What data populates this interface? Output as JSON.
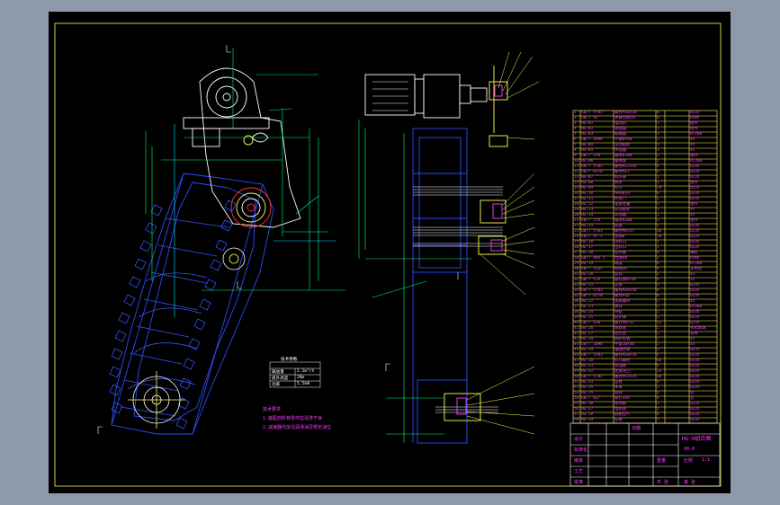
{
  "drawing": {
    "title_block": {
      "title": "HG-H组合图",
      "drawing_no": "00-0",
      "scale": "1:1",
      "cells": [
        "设计",
        "标准化",
        "审核",
        "工艺",
        "批准",
        "日期",
        "比例",
        "重量",
        "共 张",
        "第 张"
      ]
    },
    "params": {
      "title": "技术参数",
      "rows": [
        [
          "输送量",
          "2.1m³/h"
        ],
        [
          "提升高度",
          "28m"
        ],
        [
          "功率",
          "5.5kW"
        ]
      ]
    },
    "notes": [
      "技术要求",
      "1.装配前所有零件应清洗干净",
      "2.减速器内加注润滑油至规定油位"
    ],
    "bom": [
      [
        "1",
        "GB/T 5783",
        "螺栓M10×30",
        "8",
        "Q235"
      ],
      [
        "2",
        "GB/T 93",
        "弹簧垫圈10",
        "8",
        "65Mn"
      ],
      [
        "3",
        "HG-01",
        "电动机",
        "1",
        "组件"
      ],
      [
        "4",
        "HG-02",
        "减速器",
        "1",
        "组件"
      ],
      [
        "5",
        "HG-03",
        "联轴器",
        "1",
        "HT200"
      ],
      [
        "6",
        "GB/T 1096",
        "平键8×40",
        "2",
        "45"
      ],
      [
        "7",
        "HG-04",
        "主动链轮",
        "1",
        "45"
      ],
      [
        "8",
        "HG-05",
        "传动轴",
        "1",
        "45"
      ],
      [
        "9",
        "GB/T 276",
        "轴承6208",
        "2",
        "组件"
      ],
      [
        "10",
        "HG-06",
        "轴承座",
        "2",
        "HT200"
      ],
      [
        "11",
        "GB/T 5782",
        "螺栓M12×45",
        "4",
        "Q235"
      ],
      [
        "12",
        "GB/T 6170",
        "螺母M12",
        "4",
        "Q235"
      ],
      [
        "13",
        "HG-07",
        "机头罩",
        "1",
        "Q235"
      ],
      [
        "14",
        "HG-08",
        "链条",
        "1",
        "组件"
      ],
      [
        "15",
        "HG-09",
        "料斗",
        "24",
        "Q235"
      ],
      [
        "16",
        "HG-10",
        "中间机壳",
        "6",
        "Q235"
      ],
      [
        "17",
        "HG-11",
        "检修门",
        "1",
        "Q235"
      ],
      [
        "18",
        "HG-12",
        "张紧装置",
        "1",
        "组件"
      ],
      [
        "19",
        "HG-13",
        "从动链轮",
        "1",
        "45"
      ],
      [
        "20",
        "HG-14",
        "从动轴",
        "1",
        "45"
      ],
      [
        "21",
        "GB/T 276",
        "轴承6206",
        "2",
        "组件"
      ],
      [
        "22",
        "HG-15",
        "底座",
        "1",
        "Q235"
      ],
      [
        "23",
        "GB/T 5783",
        "螺栓M8×25",
        "16",
        "Q235"
      ],
      [
        "24",
        "GB/T 97.1",
        "垫圈8",
        "16",
        "Q235"
      ],
      [
        "25",
        "HG-16",
        "进料口",
        "1",
        "Q235"
      ],
      [
        "26",
        "HG-17",
        "出料口",
        "1",
        "Q235"
      ],
      [
        "27",
        "HG-18",
        "密封圈",
        "4",
        "橡胶"
      ],
      [
        "28",
        "GB/T 894.1",
        "挡圈40",
        "2",
        "65Mn"
      ],
      [
        "29",
        "HG-19",
        "端盖",
        "4",
        "HT200"
      ],
      [
        "30",
        "GB/T 1235",
        "毡圈35",
        "4",
        "羊毛毡"
      ],
      [
        "31",
        "HG-20",
        "套筒",
        "2",
        "45"
      ],
      [
        "32",
        "GB/T 119",
        "圆柱销8×30",
        "4",
        "35"
      ],
      [
        "33",
        "HG-21",
        "支架",
        "2",
        "Q235"
      ],
      [
        "34",
        "GB/T 5783",
        "螺栓M16×50",
        "8",
        "Q235"
      ],
      [
        "35",
        "GB/T 6170",
        "螺母M16",
        "8",
        "Q235"
      ],
      [
        "36",
        "HG-22",
        "张紧螺杆",
        "2",
        "45"
      ],
      [
        "37",
        "HG-23",
        "滑块",
        "2",
        "HT200"
      ],
      [
        "38",
        "HG-24",
        "导轨",
        "2",
        "Q235"
      ],
      [
        "39",
        "HG-25",
        "防护罩",
        "1",
        "Q235"
      ],
      [
        "40",
        "GB/T 818",
        "螺钉M6×12",
        "12",
        "Q235"
      ],
      [
        "41",
        "HG-26",
        "观察窗",
        "1",
        "有机玻璃"
      ],
      [
        "42",
        "HG-27",
        "密封垫",
        "2",
        "石棉"
      ],
      [
        "43",
        "HG-28",
        "链轮轮毂",
        "2",
        "45"
      ],
      [
        "44",
        "GB/T 1096",
        "平键10×50",
        "2",
        "45"
      ],
      [
        "45",
        "HG-29",
        "轴端挡板",
        "2",
        "Q235"
      ],
      [
        "46",
        "GB/T 5783",
        "螺栓M10×20",
        "4",
        "Q235"
      ],
      [
        "47",
        "HG-30",
        "料斗螺栓",
        "48",
        "Q235"
      ],
      [
        "48",
        "HG-31",
        "加强板",
        "6",
        "Q235"
      ],
      [
        "49",
        "HG-32",
        "连接法兰",
        "12",
        "Q235"
      ],
      [
        "50",
        "GB/T 5782",
        "螺栓M12×35",
        "48",
        "Q235"
      ],
      [
        "51",
        "HG-33",
        "压板",
        "4",
        "Q235"
      ],
      [
        "52",
        "HG-34",
        "吊耳",
        "2",
        "Q235"
      ],
      [
        "53",
        "HG-35",
        "标牌",
        "1",
        "铝"
      ],
      [
        "54",
        "GB/T 827",
        "铆钉3×6",
        "4",
        "铝"
      ],
      [
        "55",
        "HG-36",
        "接地板",
        "1",
        "Q235"
      ],
      [
        "56",
        "HG-37",
        "电机座",
        "1",
        "Q235"
      ],
      [
        "57",
        "HG-38",
        "调整垫片",
        "4",
        "Q235"
      ],
      [
        "58",
        "HG-39",
        "底板",
        "1",
        "Q235"
      ]
    ]
  }
}
